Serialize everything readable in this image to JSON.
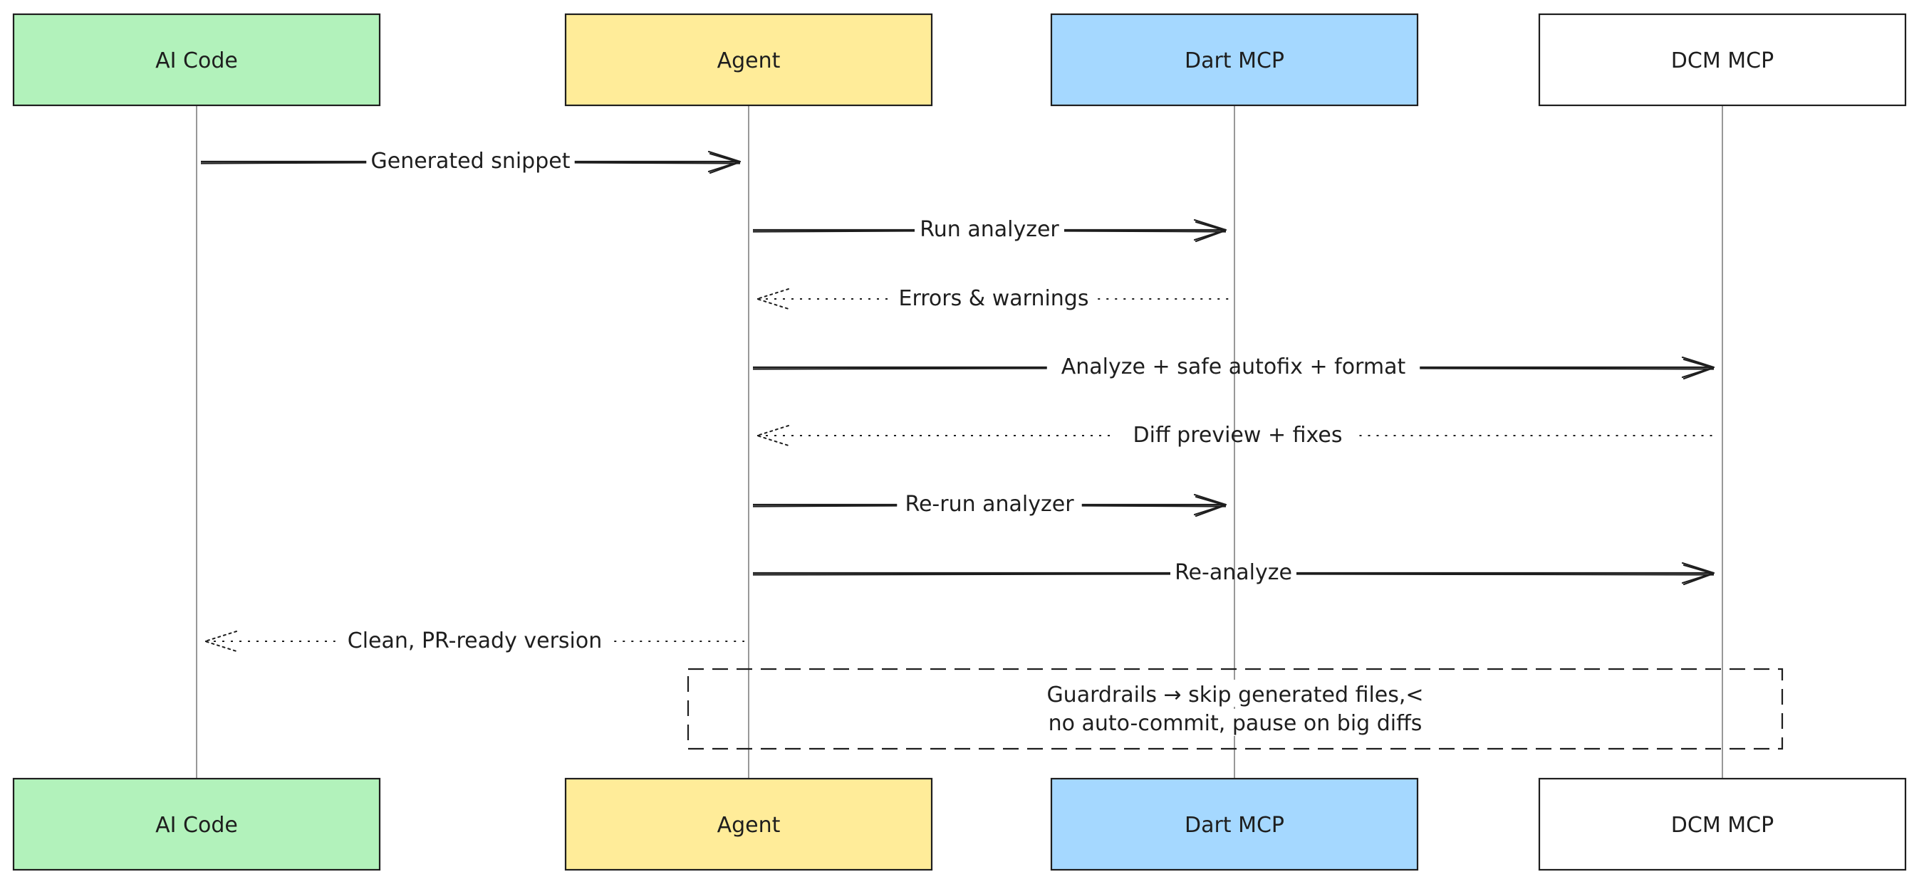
{
  "participants": [
    {
      "name": "AI Code",
      "color": "#b2f2bb"
    },
    {
      "name": "Agent",
      "color": "#ffec99"
    },
    {
      "name": "Dart MCP",
      "color": "#a5d8ff"
    },
    {
      "name": "DCM MCP",
      "color": "#ffffff"
    }
  ],
  "messages": [
    {
      "from": 0,
      "to": 1,
      "label": "Generated snippet",
      "style": "solid"
    },
    {
      "from": 1,
      "to": 2,
      "label": "Run analyzer",
      "style": "solid"
    },
    {
      "from": 2,
      "to": 1,
      "label": "Errors & warnings",
      "style": "dotted"
    },
    {
      "from": 1,
      "to": 3,
      "label": "Analyze + safe autofix + format",
      "style": "solid"
    },
    {
      "from": 3,
      "to": 1,
      "label": "Diff preview + fixes",
      "style": "dotted"
    },
    {
      "from": 1,
      "to": 2,
      "label": "Re-run analyzer",
      "style": "solid"
    },
    {
      "from": 1,
      "to": 3,
      "label": "Re-analyze",
      "style": "solid"
    },
    {
      "from": 1,
      "to": 0,
      "label": "Clean, PR-ready version",
      "style": "dotted"
    }
  ],
  "note": {
    "lines": [
      "Guardrails → skip generated files,<",
      "no auto-commit, pause on big diffs"
    ]
  }
}
